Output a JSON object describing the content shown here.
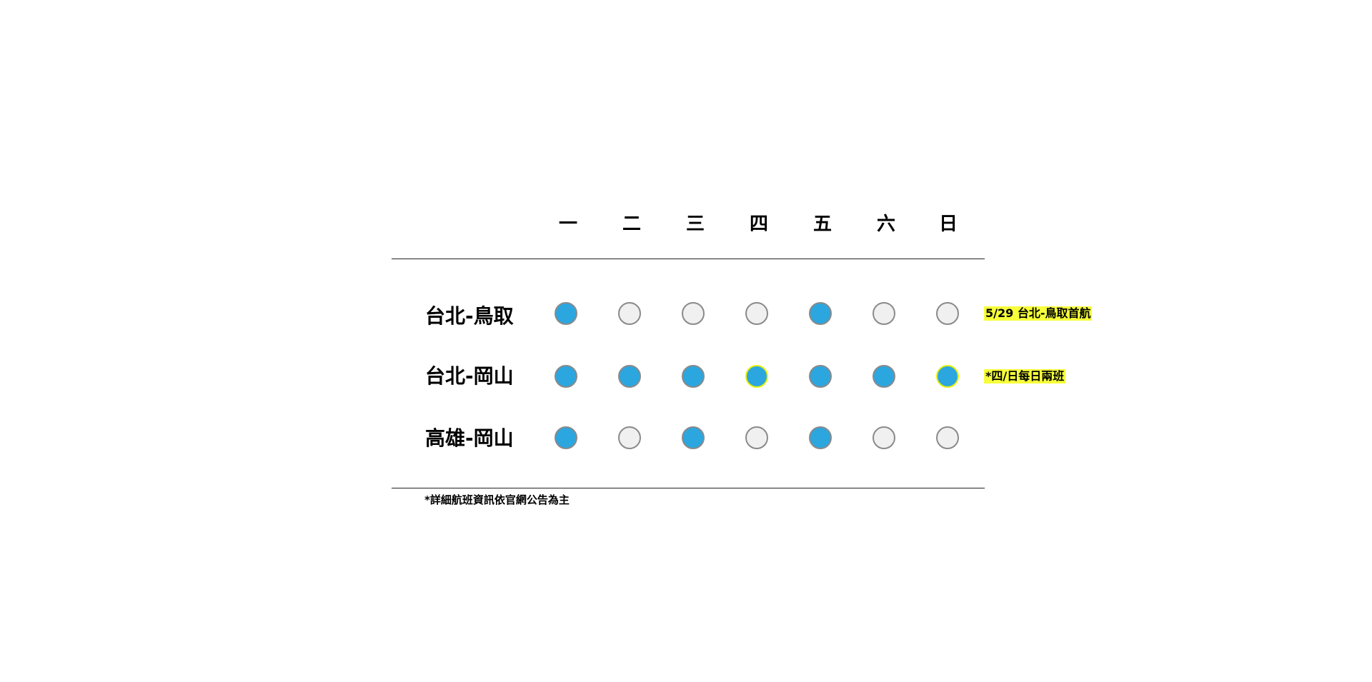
{
  "days": [
    "一",
    "二",
    "三",
    "四",
    "五",
    "六",
    "日"
  ],
  "routes": [
    {
      "name": "台北-鳥取",
      "schedule": [
        true,
        false,
        false,
        false,
        true,
        false,
        false
      ],
      "twice_daily": [
        false,
        false,
        false,
        false,
        false,
        false,
        false
      ],
      "note": "5/29 台北-鳥取首航"
    },
    {
      "name": "台北-岡山",
      "schedule": [
        true,
        true,
        true,
        true,
        true,
        true,
        true
      ],
      "twice_daily": [
        false,
        false,
        false,
        true,
        false,
        false,
        true
      ],
      "note": "*四/日每日兩班"
    },
    {
      "name": "高雄-岡山",
      "schedule": [
        true,
        false,
        true,
        false,
        true,
        false,
        false
      ],
      "twice_daily": [
        false,
        false,
        false,
        false,
        false,
        false,
        false
      ],
      "note": ""
    }
  ],
  "footnote": "*詳細航班資訊依官網公告為主",
  "colors": {
    "flight_dot": "#2ba6df",
    "no_flight_dot": "#f0f0f0",
    "dot_border": "#8a8a8a",
    "twice_daily_ring": "#e9f20a",
    "note_highlight": "#f6ff3a"
  }
}
